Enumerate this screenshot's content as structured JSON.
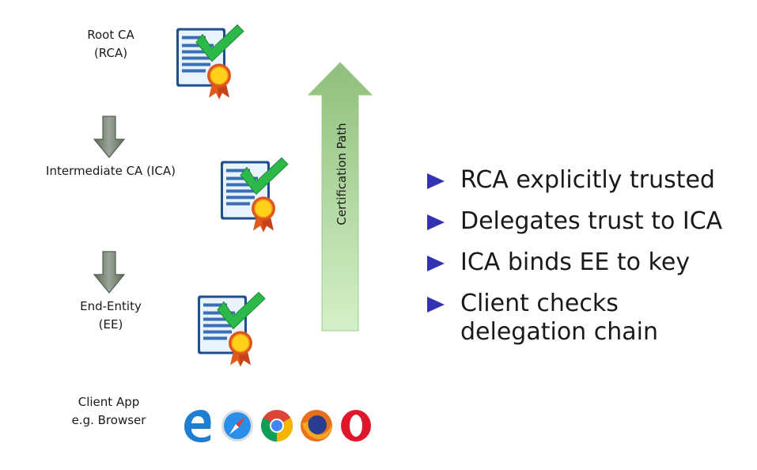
{
  "nodes": {
    "rca": {
      "line1": "Root CA",
      "line2": "(RCA)"
    },
    "ica": {
      "line1": "Intermediate CA (ICA)"
    },
    "ee": {
      "line1": "End-Entity",
      "line2": "(EE)"
    },
    "client": {
      "line1": "Client App",
      "line2": "e.g. Browser"
    }
  },
  "path_label": "Certification Path",
  "bullets": [
    "RCA explicitly trusted",
    "Delegates trust to ICA",
    "ICA binds EE to key",
    "Client checks delegation chain"
  ],
  "browser_icons": [
    "edge-icon",
    "safari-icon",
    "chrome-icon",
    "firefox-icon",
    "opera-icon"
  ],
  "colors": {
    "bullet": "#3333b2",
    "check": "#2db84a",
    "arrow_top": "#8fbf7a",
    "arrow_bottom": "#d5f0c8"
  }
}
